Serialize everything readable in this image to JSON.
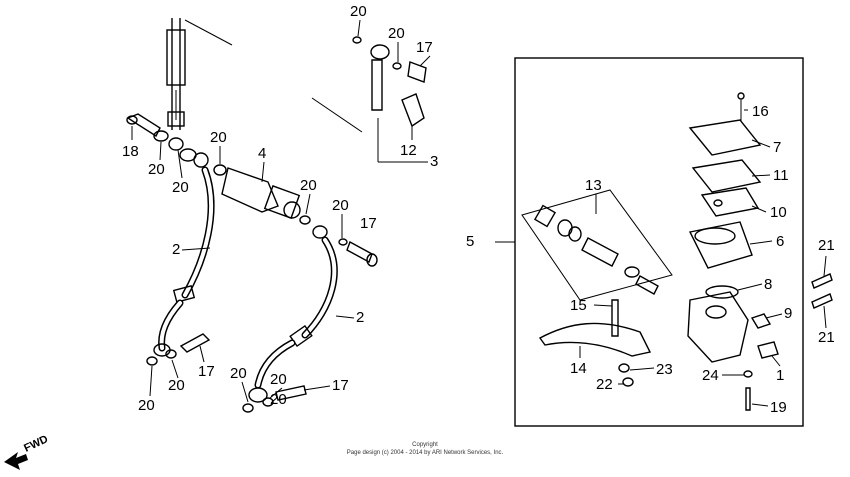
{
  "diagram": {
    "callouts": [
      {
        "id": "c20a",
        "text": "20"
      },
      {
        "id": "c20b",
        "text": "20"
      },
      {
        "id": "c17a",
        "text": "17"
      },
      {
        "id": "c12",
        "text": "12"
      },
      {
        "id": "c3",
        "text": "3"
      },
      {
        "id": "c18",
        "text": "18"
      },
      {
        "id": "c20c",
        "text": "20"
      },
      {
        "id": "c20d",
        "text": "20"
      },
      {
        "id": "c20e",
        "text": "20"
      },
      {
        "id": "c4",
        "text": "4"
      },
      {
        "id": "c20f",
        "text": "20"
      },
      {
        "id": "c20g",
        "text": "20"
      },
      {
        "id": "c17b",
        "text": "17"
      },
      {
        "id": "c2a",
        "text": "2"
      },
      {
        "id": "c2b",
        "text": "2"
      },
      {
        "id": "c20h",
        "text": "20"
      },
      {
        "id": "c17c",
        "text": "17"
      },
      {
        "id": "c20i",
        "text": "20"
      },
      {
        "id": "c20j",
        "text": "20"
      },
      {
        "id": "c20k",
        "text": "20"
      },
      {
        "id": "c17d",
        "text": "17"
      },
      {
        "id": "c20l",
        "text": "20"
      },
      {
        "id": "c16",
        "text": "16"
      },
      {
        "id": "c7",
        "text": "7"
      },
      {
        "id": "c11",
        "text": "11"
      },
      {
        "id": "c10",
        "text": "10"
      },
      {
        "id": "c13",
        "text": "13"
      },
      {
        "id": "c5",
        "text": "5"
      },
      {
        "id": "c6",
        "text": "6"
      },
      {
        "id": "c8",
        "text": "8"
      },
      {
        "id": "c9",
        "text": "9"
      },
      {
        "id": "c15",
        "text": "15"
      },
      {
        "id": "c21a",
        "text": "21"
      },
      {
        "id": "c21b",
        "text": "21"
      },
      {
        "id": "c14",
        "text": "14"
      },
      {
        "id": "c23",
        "text": "23"
      },
      {
        "id": "c22",
        "text": "22"
      },
      {
        "id": "c24",
        "text": "24"
      },
      {
        "id": "c1",
        "text": "1"
      },
      {
        "id": "c19",
        "text": "19"
      }
    ],
    "fwd_label": "FWD",
    "copyright_line1": "Copyright",
    "copyright_line2": "Page design (c) 2004 - 2014 by ARI Network Services, Inc."
  }
}
